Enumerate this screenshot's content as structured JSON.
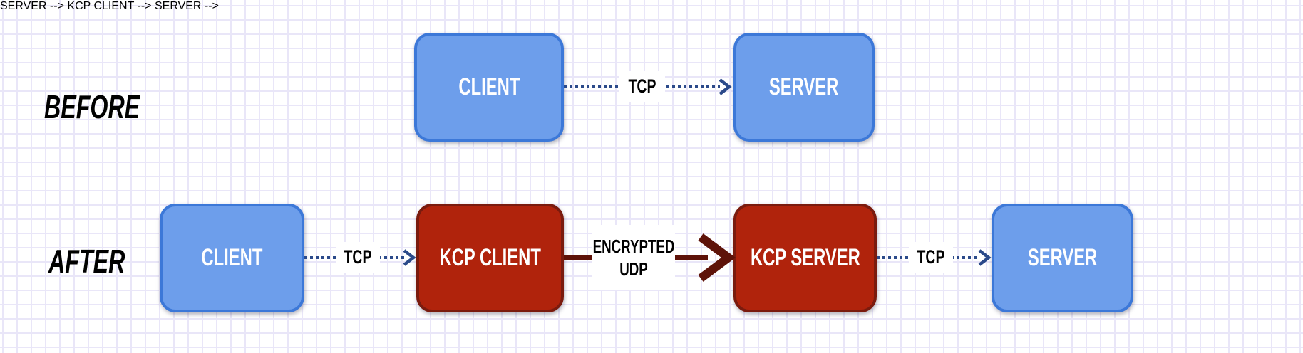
{
  "diagram": {
    "rows": {
      "before": {
        "label": "BEFORE",
        "nodes": {
          "client": {
            "label": "CLIENT",
            "type": "blue"
          },
          "server": {
            "label": "SERVER",
            "type": "blue"
          }
        },
        "edges": {
          "tcp": {
            "label": "TCP",
            "style": "dotted"
          }
        }
      },
      "after": {
        "label": "AFTER",
        "nodes": {
          "client": {
            "label": "CLIENT",
            "type": "blue"
          },
          "kcp_client": {
            "label": "KCP CLIENT",
            "type": "red"
          },
          "kcp_server": {
            "label": "KCP SERVER",
            "type": "red"
          },
          "server": {
            "label": "SERVER",
            "type": "blue"
          }
        },
        "edges": {
          "tcp_left": {
            "label": "TCP",
            "style": "dotted"
          },
          "encrypted_udp": {
            "label": "ENCRYPTED UDP",
            "style": "solid"
          },
          "tcp_right": {
            "label": "TCP",
            "style": "dotted"
          }
        }
      }
    }
  },
  "colors": {
    "node_blue_fill": "#6d9eeb",
    "node_blue_border": "#3c78d8",
    "node_red_fill": "#b0230c",
    "node_red_border": "#7a1b0e",
    "arrow_dotted": "#2b4a8a",
    "arrow_solid": "#5e1309",
    "grid_line": "#e9e6f8"
  }
}
